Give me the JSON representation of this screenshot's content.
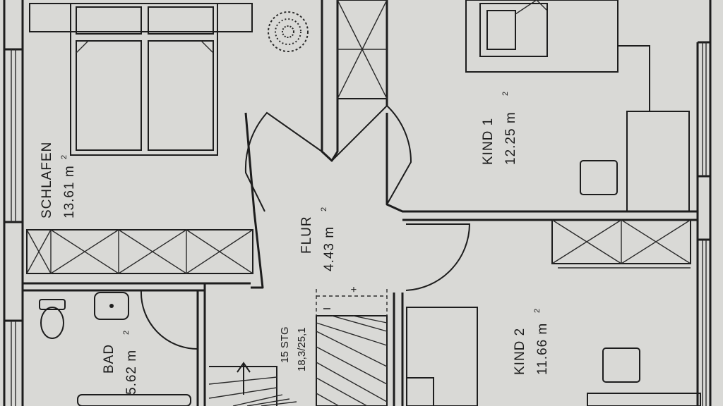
{
  "rooms": {
    "schlafen": {
      "name": "SCHLAFEN",
      "area": "13.61 m",
      "unit_sup": "2"
    },
    "kind1": {
      "name": "KIND 1",
      "area": "12.25 m",
      "unit_sup": "2"
    },
    "flur": {
      "name": "FLUR",
      "area": "4.43 m",
      "unit_sup": "2"
    },
    "kind2": {
      "name": "KIND 2",
      "area": "11.66 m",
      "unit_sup": "2"
    },
    "bad": {
      "name": "BAD",
      "area": "5.62 m",
      "unit_sup": "2"
    }
  },
  "stair": {
    "steps": "15 STG",
    "ratio": "18,3/25,1"
  },
  "colors": {
    "paper": "#d9d9d6",
    "ink": "#1d1d1d"
  }
}
